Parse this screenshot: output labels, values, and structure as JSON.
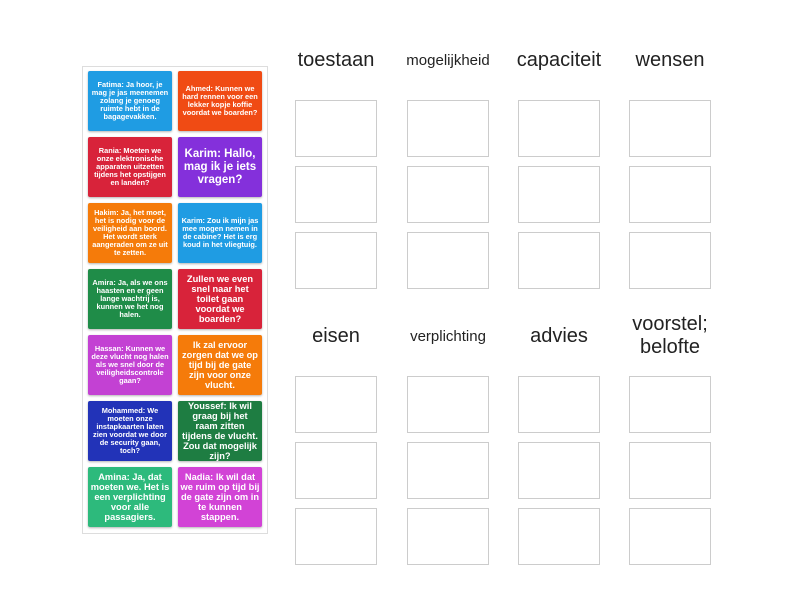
{
  "cards": [
    {
      "text": "Fatima: Ja hoor, je mag je jas meenemen zolang je genoeg ruimte hebt in de bagagevakken.",
      "color": "#1f9ce3"
    },
    {
      "text": "Ahmed: Kunnen we hard rennen voor een lekker kopje koffie voordat we boarden?",
      "color": "#f04b14"
    },
    {
      "text": "Rania: Moeten we onze elektronische apparaten uitzetten tijdens het opstijgen en landen?",
      "color": "#d8233a"
    },
    {
      "text": "Karim: Hallo, mag ik je iets vragen?",
      "color": "#8430db"
    },
    {
      "text": "Hakim: Ja, het moet, het is nodig voor de veiligheid aan boord. Het wordt sterk aangeraden om ze uit te zetten.",
      "color": "#f57b0a"
    },
    {
      "text": "Karim: Zou ik mijn jas mee mogen nemen in de cabine? Het is erg koud in het vliegtuig.",
      "color": "#1f9ce3"
    },
    {
      "text": "Amira: Ja, als we ons haasten en er geen lange wachtrij is, kunnen we het nog halen.",
      "color": "#1f8c48"
    },
    {
      "text": "Zullen we even snel naar het toilet gaan voordat we boarden?",
      "color": "#d8233a"
    },
    {
      "text": "Hassan: Kunnen we deze vlucht nog halen als we snel door de veiligheidscontrole gaan?",
      "color": "#c341d3"
    },
    {
      "text": "Ik zal ervoor zorgen dat we op tijd bij de gate zijn voor onze vlucht.",
      "color": "#f57b0a"
    },
    {
      "text": "Mohammed: We moeten onze instapkaarten laten zien voordat we door de security gaan, toch?",
      "color": "#2233b8"
    },
    {
      "text": "Youssef: Ik wil graag bij het raam zitten tijdens de vlucht. Zou dat mogelijk zijn?",
      "color": "#1e7d42"
    },
    {
      "text": "Amina: Ja, dat moeten we. Het is een verplichting voor alle passagiers.",
      "color": "#2dba7c"
    },
    {
      "text": "Nadia: Ik wil dat we ruim op tijd bij de gate zijn om in te kunnen stappen.",
      "color": "#d243d6"
    }
  ],
  "categories": [
    "toestaan",
    "mogelijkheid",
    "capaciteit",
    "wensen",
    "eisen",
    "verplichting",
    "advies",
    "voorstel; belofte"
  ]
}
